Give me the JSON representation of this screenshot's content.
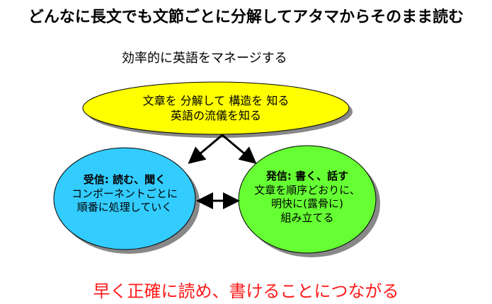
{
  "title": "どんなに長文でも文節ごとに分解してアタマからそのまま読む",
  "subtitle": "効率的に英語をマネージする",
  "top_node": {
    "line1": "文章を 分解して 構造を 知る",
    "line2": "英語の流儀を知る",
    "fill": "#ffff00"
  },
  "left_node": {
    "heading": "受信: 読む、聞く",
    "line1": "コンポーネントごとに",
    "line2": "順番に処理していく",
    "fill": "#33ccff"
  },
  "right_node": {
    "heading": "発信: 書く、話す",
    "line1": "文章を順序どおりに、",
    "line2": "明快に(露骨に)",
    "line3": "組み立てる",
    "fill": "#66ff33"
  },
  "conclusion": "早く正確に読め、書けることにつながる",
  "colors": {
    "conclusion": "#ff1a1a",
    "shadow": "#888888",
    "outline": "#000000"
  }
}
